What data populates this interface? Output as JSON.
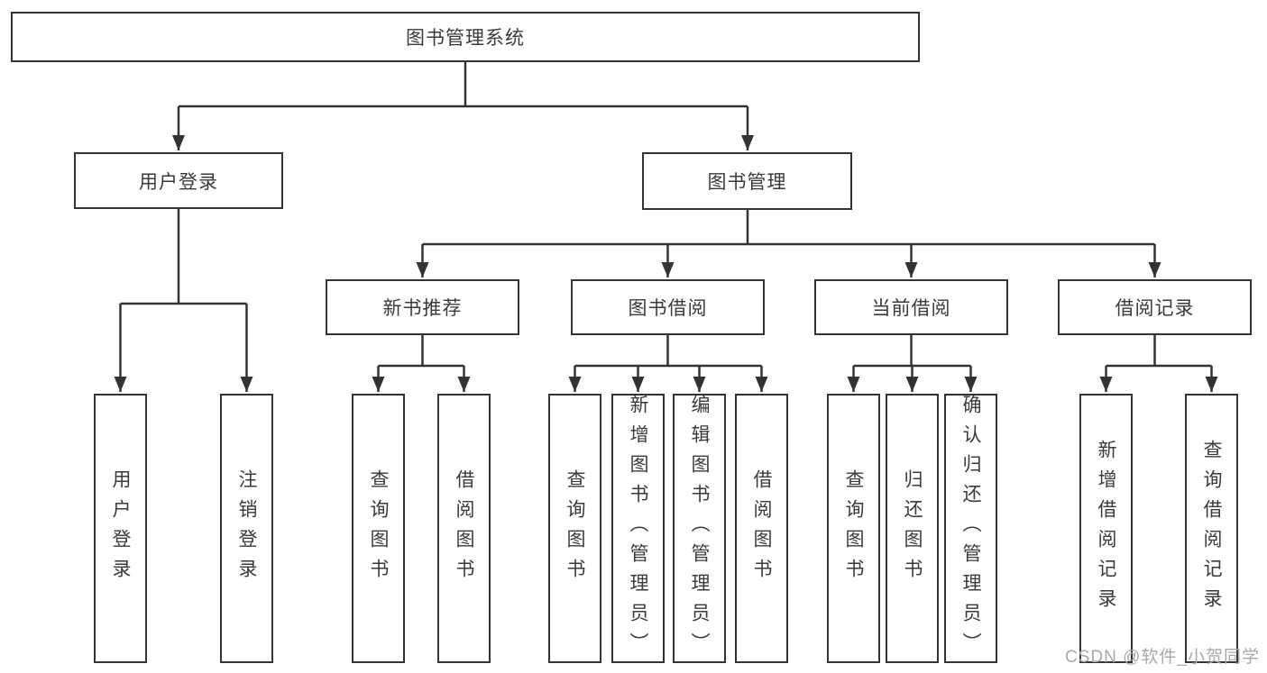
{
  "diagram": {
    "title": "图书管理系统",
    "level2": {
      "user_login": "用户登录",
      "book_management": "图书管理"
    },
    "level3": {
      "new_book_recommend": "新书推荐",
      "book_borrow": "图书借阅",
      "current_borrow": "当前借阅",
      "borrow_records": "借阅记录"
    },
    "leaves": {
      "login_user_login": "用户登录",
      "login_logout": "注销登录",
      "recommend_query_books": "查询图书",
      "recommend_borrow_books": "借阅图书",
      "borrow_query_books": "查询图书",
      "borrow_add_books_admin": "新增图书（管理员）",
      "borrow_edit_books_admin": "编辑图书（管理员）",
      "borrow_borrow_books": "借阅图书",
      "current_query_books": "查询图书",
      "current_return_books": "归还图书",
      "current_confirm_return_admin": "确认归还（管理员）",
      "records_add_record": "新增借阅记录",
      "records_query_record": "查询借阅记录"
    }
  },
  "watermark": "CSDN @软件_小贺同学",
  "colors": {
    "line": "#333333",
    "box_border": "#333333",
    "text": "#3a3a3a",
    "watermark": "#a8a8a8",
    "background": "#ffffff"
  }
}
